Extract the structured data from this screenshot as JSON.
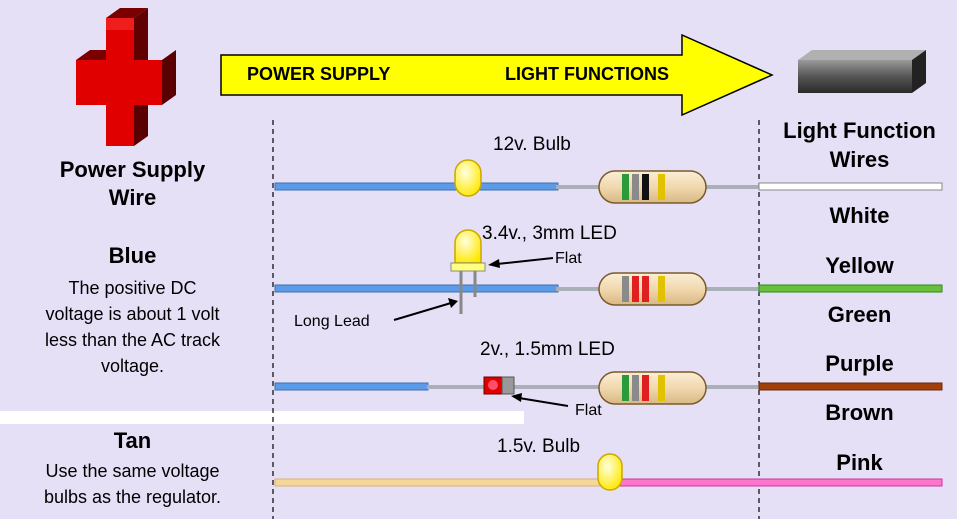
{
  "banner": {
    "left_label": "POWER SUPPLY",
    "right_label": "LIGHT FUNCTIONS"
  },
  "left": {
    "heading_line1": "Power Supply",
    "heading_line2": "Wire",
    "blue_title": "Blue",
    "blue_desc_lines": [
      "The positive DC",
      "voltage is about 1 volt",
      "less than the AC track",
      "voltage."
    ],
    "tan_title": "Tan",
    "tan_desc_lines": [
      "Use the same voltage",
      "bulbs as the regulator."
    ]
  },
  "right": {
    "heading_line1": "Light Function",
    "heading_line2": "Wires",
    "wire_names": [
      "White",
      "Yellow",
      "Green",
      "Purple",
      "Brown",
      "Pink"
    ]
  },
  "components": {
    "bulb12": "12v. Bulb",
    "led34": "3.4v., 3mm LED",
    "led2": "2v., 1.5mm LED",
    "bulb15": "1.5v. Bulb",
    "flat": "Flat",
    "long_lead": "Long Lead"
  },
  "colors": {
    "panel": "#e6e0f7",
    "blue_wire": "#5b9be8",
    "tan_wire": "#f6d79a",
    "pink_wire": "#ff66cc",
    "green_wire": "#2a8a1a",
    "brown_wire": "#8b2a0a",
    "white_wire": "#ffffff",
    "arrow": "#ffff00",
    "resistor_body": "#f1d8ae"
  }
}
